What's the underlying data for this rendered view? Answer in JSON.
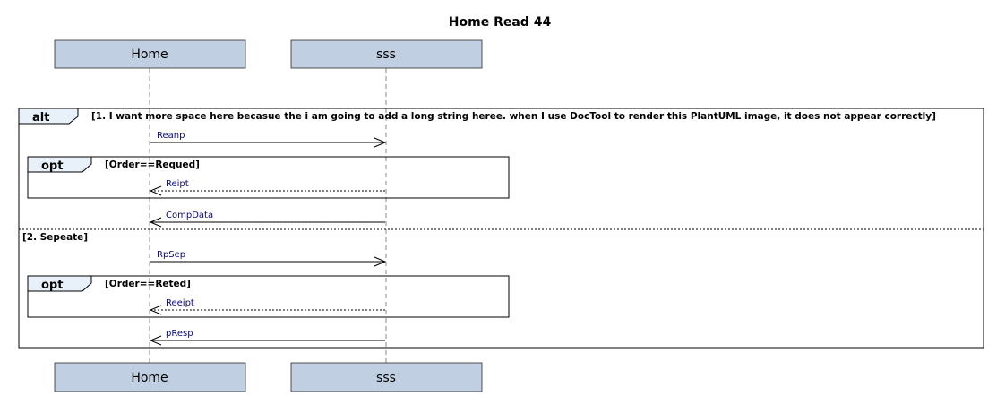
{
  "diagram": {
    "title": "Home Read 44",
    "participants": [
      {
        "id": "home",
        "label": "Home"
      },
      {
        "id": "sss",
        "label": "sss"
      }
    ],
    "alt": {
      "keyword": "alt",
      "branches": [
        {
          "guard": "[1. I want more space here becasue the i am going to add a long string heree. when I use DocTool to render this PlantUML image, it does not appear correctly]"
        },
        {
          "guard": "[2. Sepeate]"
        }
      ]
    },
    "opts": [
      {
        "keyword": "opt",
        "guard": "[Order==Requed]"
      },
      {
        "keyword": "opt",
        "guard": "[Order==Reted]"
      }
    ],
    "messages": [
      {
        "label": "Reanp",
        "from": "home",
        "to": "sss",
        "style": "solid"
      },
      {
        "label": "Reipt",
        "from": "sss",
        "to": "home",
        "style": "dashed"
      },
      {
        "label": "CompData",
        "from": "sss",
        "to": "home",
        "style": "solid"
      },
      {
        "label": "RpSep",
        "from": "home",
        "to": "sss",
        "style": "solid"
      },
      {
        "label": "Reeipt",
        "from": "sss",
        "to": "home",
        "style": "dashed"
      },
      {
        "label": "pResp",
        "from": "sss",
        "to": "home",
        "style": "solid"
      }
    ]
  },
  "colors": {
    "participant_fill": "#c0cfe2",
    "participant_border": "#2a2a2a",
    "frame_tab_fill": "#e8f1fa",
    "message_text": "#0a0a78"
  }
}
